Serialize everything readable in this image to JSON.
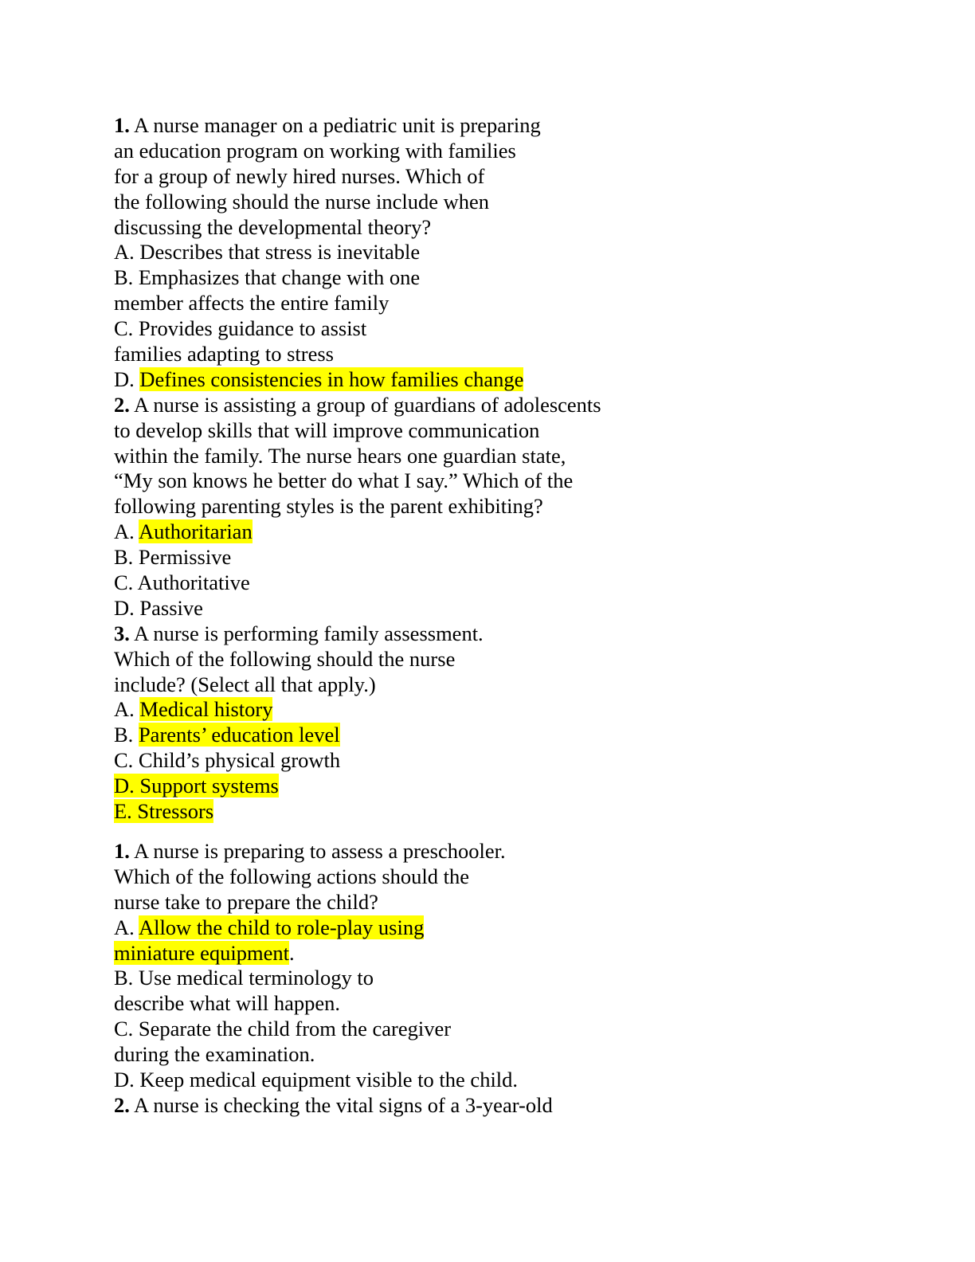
{
  "colors": {
    "highlight": "#ffff00",
    "text": "#000000",
    "background": "#ffffff"
  },
  "q1": {
    "number": "1.",
    "stem": [
      " A nurse manager on a pediatric unit is preparing",
      "an education program on working with families",
      "for a group of newly hired nurses. Which of",
      "the following should the nurse include when",
      "discussing the developmental theory?"
    ],
    "a": "A. Describes that stress is inevitable",
    "b": [
      "B. Emphasizes that change with one",
      "member affects the entire family"
    ],
    "c": [
      "C. Provides guidance to assist",
      "families adapting to stress"
    ],
    "d_prefix": "D. ",
    "d_answer": "Defines consistencies in how families change"
  },
  "q2": {
    "number": "2.",
    "stem": [
      " A nurse is assisting a group of guardians of adolescents",
      "to develop skills that will improve communication",
      "within the family. The nurse hears one guardian state,",
      "“My son knows he better do what I say.” Which of the",
      "following parenting styles is the parent exhibiting?"
    ],
    "a_prefix": "A. ",
    "a_answer": "Authoritarian",
    "b": "B. Permissive",
    "c": "C. Authoritative",
    "d": "D. Passive"
  },
  "q3": {
    "number": "3.",
    "stem": [
      " A nurse is performing family assessment.",
      "Which of the following should the nurse",
      "include? (Select all that apply.)"
    ],
    "a_prefix": "A. ",
    "a_answer": "Medical history",
    "b_prefix": "B. ",
    "b_answer": "Parents’ education level",
    "c": "C. Child’s physical growth",
    "d_answer": "D. Support systems",
    "e_answer": "E. Stressors"
  },
  "q4": {
    "number": "1.",
    "stem": [
      " A nurse is preparing to assess a preschooler.",
      "Which of the following actions should the",
      "nurse take to prepare the child?"
    ],
    "a_prefix": "A. ",
    "a_answer_line1": "Allow the child to role-play using",
    "a_answer_line2": "miniature equipment",
    "a_suffix": ".",
    "b": [
      "B. Use medical terminology to",
      "describe what will happen."
    ],
    "c": [
      "C. Separate the child from the caregiver",
      "during the examination."
    ],
    "d": "D. Keep medical equipment visible to the child."
  },
  "q5": {
    "number": "2.",
    "stem": [
      " A nurse is checking the vital signs of a 3-year-old"
    ]
  }
}
